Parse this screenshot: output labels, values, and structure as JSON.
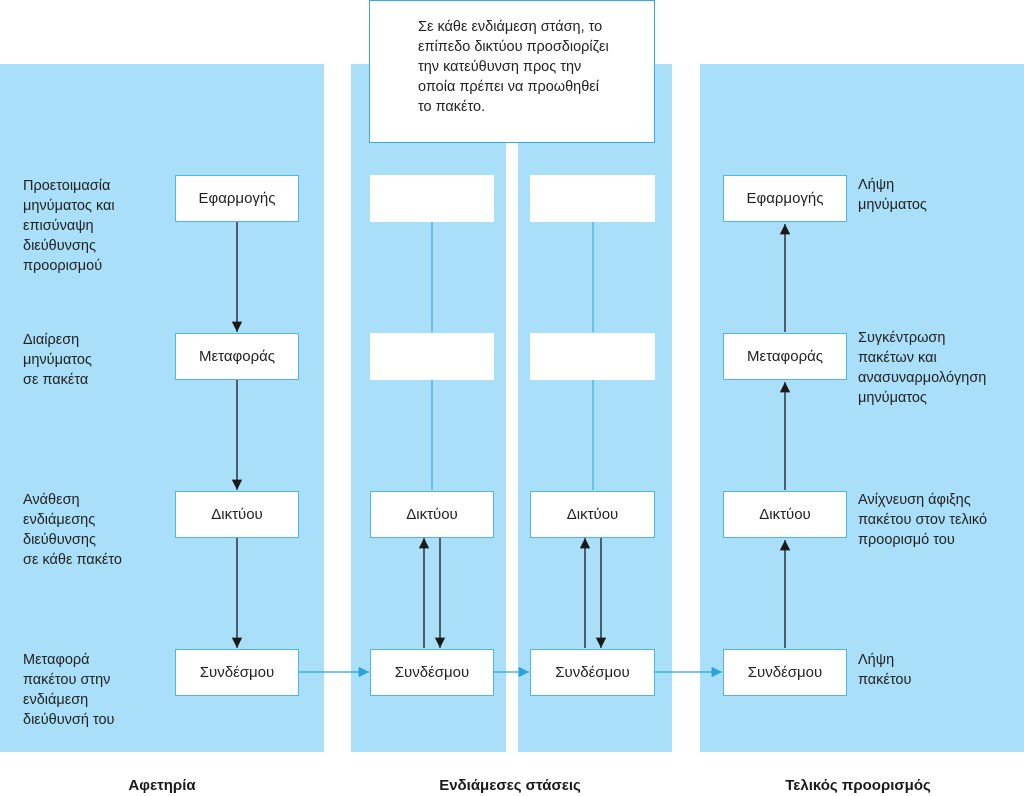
{
  "columns": {
    "source": {
      "caption": "Αφετηρία"
    },
    "intermediate": {
      "caption": "Ενδιάμεσες στάσεις"
    },
    "destination": {
      "caption": "Τελικός προορισμός"
    }
  },
  "callout": "Σε κάθε ενδιάμεση στάση, το\nεπίπεδο δικτύου προσδιορίζει\nτην κατεύθυνση προς την\nοποία πρέπει να προωθηθεί\nτο πακέτο.",
  "layers": {
    "application": "Εφαρμογής",
    "transport": "Μεταφοράς",
    "network": "Δικτύου",
    "link": "Συνδέσμου"
  },
  "source_notes": {
    "application": "Προετοιμασία\nμηνύματος και\nεπισύναψη\nδιεύθυνσης\nπροορισμού",
    "transport": "Διαίρεση\nμηνύματος\nσε πακέτα",
    "network": "Ανάθεση\nενδιάμεσης\nδιεύθυνσης\nσε κάθε πακέτο",
    "link": "Μεταφορά\nπακέτου στην\nενδιάμεση\nδιεύθυνσή του"
  },
  "destination_notes": {
    "application": "Λήψη\nμηνύματος",
    "transport": "Συγκέντρωση\nπακέτων και\nανασυναρμολόγηση\nμηνύματος",
    "network": "Ανίχνευση άφιξης\nπακέτου στον τελικό\nπροορισμό του",
    "link": "Λήψη\nπακέτου"
  },
  "colors": {
    "column_fill": "#a9dff9",
    "box_border": "#4fb7e6",
    "arrow_dark": "#1a1a1a",
    "arrow_blue": "#29a3dc"
  }
}
